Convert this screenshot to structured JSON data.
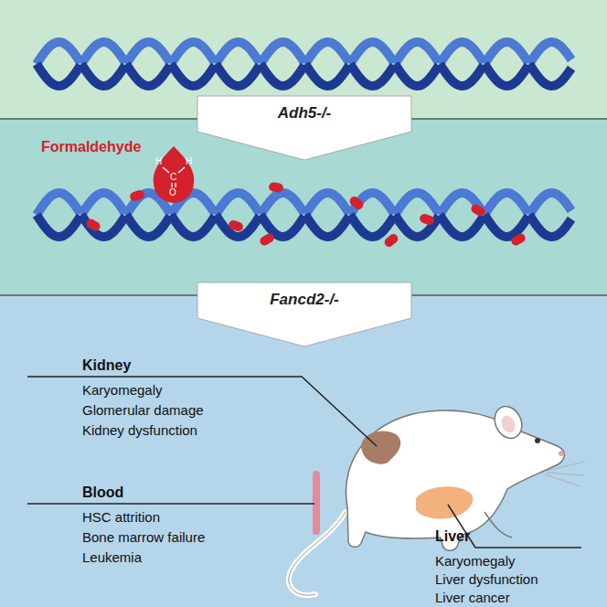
{
  "diagram": {
    "nodes": [
      {
        "text": [
          "Adh5-/-"
        ]
      },
      {
        "text": [
          "Fancd2-/-"
        ]
      }
    ],
    "labels": [
      "Formaldehyde",
      "H",
      "H",
      "C",
      "O",
      "Kidney",
      "Karyomegaly",
      "Glomerular damage",
      "Kidney dysfunction",
      "Blood",
      "HSC attrition",
      "Bone marrow failure",
      "Leukemia",
      "Liver",
      "Karyomegaly",
      "Liver dysfunction",
      "Liver cancer"
    ]
  }
}
